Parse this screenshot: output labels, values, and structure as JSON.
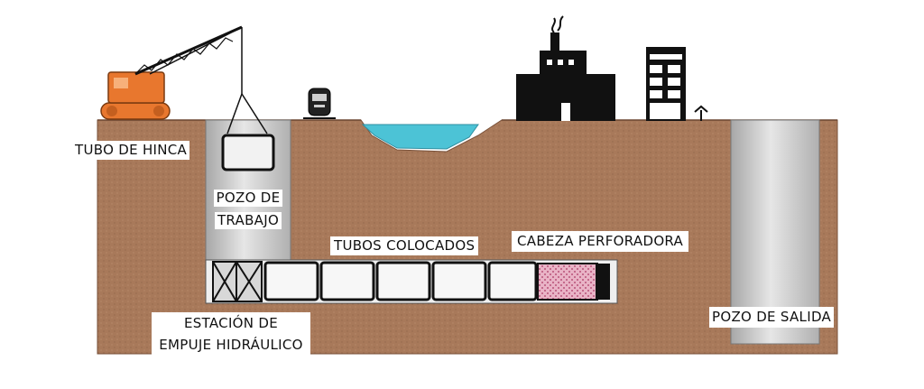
{
  "diagram": {
    "labels": {
      "tubo_de_hinca": "TUBO DE HINCA",
      "pozo_de_trabajo_line1": "POZO DE",
      "pozo_de_trabajo_line2": "TRABAJO",
      "tubos_colocados": "TUBOS COLOCADOS",
      "cabeza_perforadora": "CABEZA PERFORADORA",
      "estacion_line1": "ESTACIÓN DE",
      "estacion_line2": "EMPUJE HIDRÁULICO",
      "pozo_de_salida": "POZO DE SALIDA"
    },
    "colors": {
      "soil": "#a8795a",
      "soil_dark": "#8a5f44",
      "shaft": "#c8c8c8",
      "water": "#4cc3d6",
      "crane": "#e8772e",
      "cutter_head": "#e6aec2",
      "building": "#111111"
    },
    "icons": [
      "crane-icon",
      "train-icon",
      "factory-icon",
      "apartment-building-icon",
      "tree-icon"
    ]
  }
}
